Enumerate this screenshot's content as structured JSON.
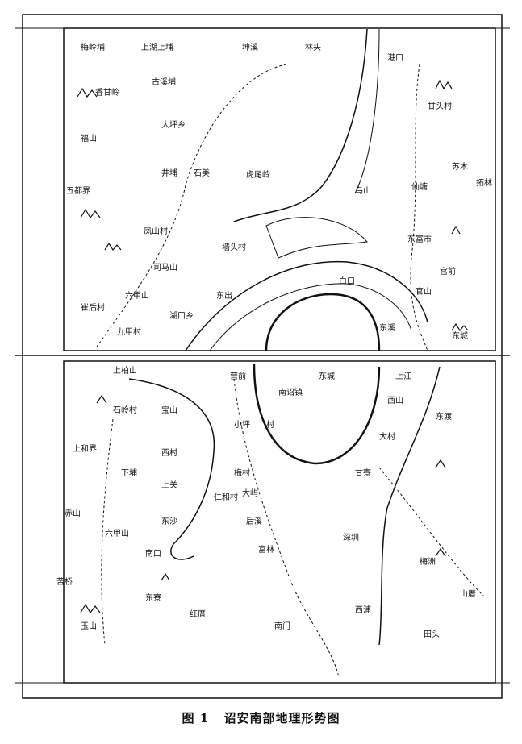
{
  "caption": {
    "number": "图 1",
    "title": "诏安南部地理形势图"
  },
  "upper_labels": [
    "梅岭埔",
    "上湖上埔",
    "香甘岭",
    "古溪埔",
    "坤溪",
    "大坪乡",
    "福山",
    "石美",
    "井埔",
    "林头",
    "港口",
    "乌山",
    "虎尾岭",
    "凤山村",
    "司马山",
    "墙头村",
    "白口",
    "仙塘",
    "甘头村",
    "苏木",
    "拓林",
    "五都界",
    "东出",
    "东富市",
    "六甲山",
    "宫前",
    "湖口乡",
    "东溪",
    "官山",
    "九甲村",
    "崔后村",
    "东城"
  ],
  "lower_labels": [
    "上柏山",
    "营前",
    "南诏镇",
    "东城",
    "上江",
    "西山",
    "石岭村",
    "宝山",
    "小坪",
    "村",
    "大村",
    "东渡",
    "西村",
    "上和界",
    "下埔",
    "梅村",
    "上关",
    "甘寮",
    "仁和村",
    "六甲山",
    "大屿",
    "东沙",
    "后溪",
    "赤山",
    "深圳",
    "富林",
    "梅洲",
    "南口",
    "苦桥",
    "东寮",
    "红厝",
    "玉山",
    "南门",
    "西浦",
    "山厝",
    "田头"
  ]
}
